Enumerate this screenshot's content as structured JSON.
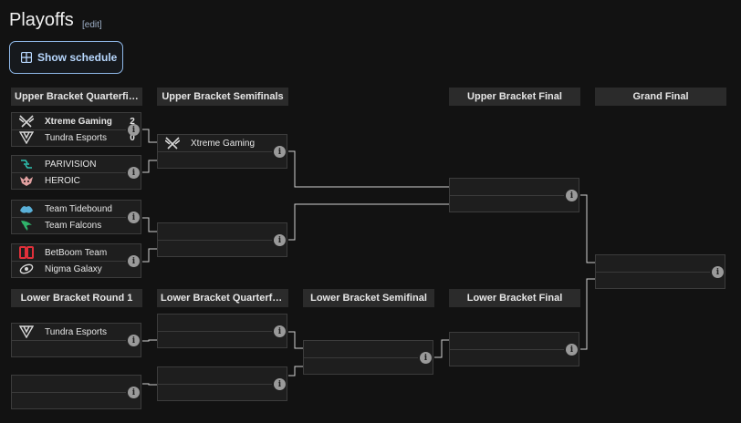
{
  "page": {
    "title": "Playoffs",
    "edit_label": "[edit]",
    "schedule_button": "Show schedule"
  },
  "headers": {
    "ubqf": "Upper Bracket Quarterfin...",
    "ubsf": "Upper Bracket Semifinals",
    "ubf": "Upper Bracket Final",
    "gf": "Grand Final",
    "lbr1": "Lower Bracket Round 1",
    "lbqf": "Lower Bracket Quarterfin...",
    "lbsf": "Lower Bracket Semifinal",
    "lbf": "Lower Bracket Final"
  },
  "info_glyph": "i",
  "matches": {
    "ubqf1": {
      "team1": "Xtreme Gaming",
      "score1": "2",
      "team2": "Tundra Esports",
      "score2": "0",
      "team1_icon": "xtreme-gaming-logo-icon",
      "team2_icon": "tundra-esports-logo-icon"
    },
    "ubqf2": {
      "team1": "PARIVISION",
      "team2": "HEROIC",
      "team1_icon": "parivision-logo-icon",
      "team2_icon": "heroic-logo-icon"
    },
    "ubqf3": {
      "team1": "Team Tidebound",
      "team2": "Team Falcons",
      "team1_icon": "team-tidebound-logo-icon",
      "team2_icon": "team-falcons-logo-icon"
    },
    "ubqf4": {
      "team1": "BetBoom Team",
      "team2": "Nigma Galaxy",
      "team1_icon": "betboom-team-logo-icon",
      "team2_icon": "nigma-galaxy-logo-icon"
    },
    "ubsf1": {
      "team1": "Xtreme Gaming",
      "team2": "",
      "team1_icon": "xtreme-gaming-logo-icon"
    },
    "ubsf2": {
      "team1": "",
      "team2": ""
    },
    "ubf": {
      "team1": "",
      "team2": ""
    },
    "gf": {
      "team1": "",
      "team2": ""
    },
    "lbr1a": {
      "team1": "Tundra Esports",
      "team2": "",
      "team1_icon": "tundra-esports-logo-icon"
    },
    "lbr1b": {
      "team1": "",
      "team2": ""
    },
    "lbqf1": {
      "team1": "",
      "team2": ""
    },
    "lbqf2": {
      "team1": "",
      "team2": ""
    },
    "lbsf": {
      "team1": "",
      "team2": ""
    },
    "lbf": {
      "team1": "",
      "team2": ""
    }
  },
  "colors": {
    "background": "#121212",
    "match_bg": "#1e1e1e",
    "header_bg": "#2b2b2b",
    "accent_button_border": "#8fb8e8",
    "connector": "#d0d0d0"
  }
}
